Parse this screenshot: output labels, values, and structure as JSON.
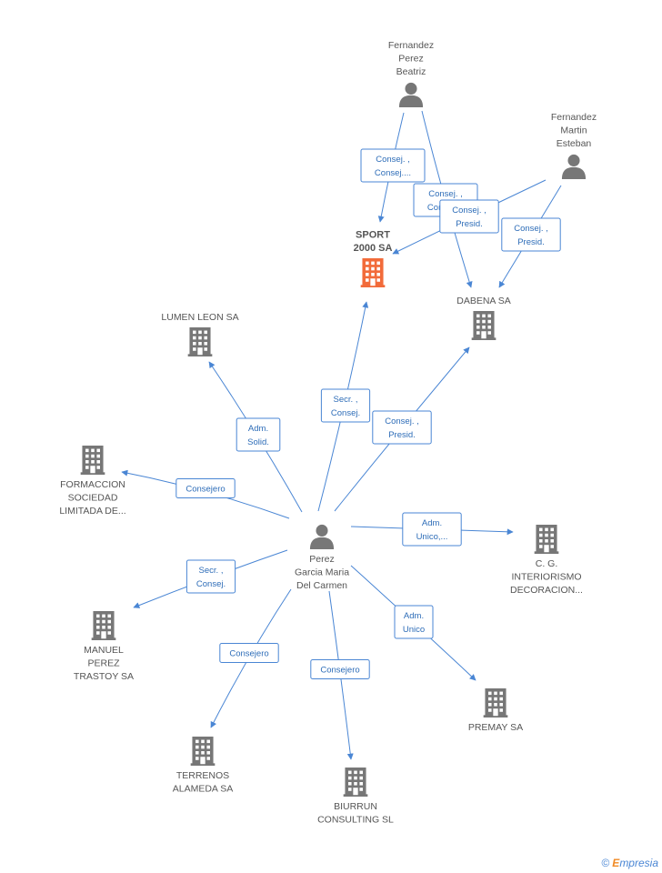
{
  "nodes": [
    {
      "id": "fpb",
      "type": "person",
      "label": [
        "Fernandez",
        "Perez",
        "Beatriz"
      ]
    },
    {
      "id": "fme",
      "type": "person",
      "label": [
        "Fernandez",
        "Martin",
        "Esteban"
      ]
    },
    {
      "id": "sport",
      "type": "company-focus",
      "label": [
        "SPORT",
        "2000 SA"
      ]
    },
    {
      "id": "dabena",
      "type": "company",
      "label": [
        "DABENA SA"
      ]
    },
    {
      "id": "lumen",
      "type": "company",
      "label": [
        "LUMEN LEON SA"
      ]
    },
    {
      "id": "formaccion",
      "type": "company",
      "label": [
        "FORMACCION",
        "SOCIEDAD",
        "LIMITADA DE..."
      ]
    },
    {
      "id": "ppgm",
      "type": "person",
      "label": [
        "Perez",
        "Garcia Maria",
        "Del Carmen"
      ]
    },
    {
      "id": "cg",
      "type": "company",
      "label": [
        "C. G.",
        "INTERIORISMO",
        "DECORACION..."
      ]
    },
    {
      "id": "manuel",
      "type": "company",
      "label": [
        "MANUEL",
        "PEREZ",
        "TRASTOY SA"
      ]
    },
    {
      "id": "premay",
      "type": "company",
      "label": [
        "PREMAY SA"
      ]
    },
    {
      "id": "terrenos",
      "type": "company",
      "label": [
        "TERRENOS",
        "ALAMEDA SA"
      ]
    },
    {
      "id": "biurrun",
      "type": "company",
      "label": [
        "BIURRUN",
        "CONSULTING SL"
      ]
    }
  ],
  "edges": [
    {
      "from": "fpb",
      "to": "sport",
      "label": [
        "Consej. ,",
        "Consej...."
      ]
    },
    {
      "from": "fpb",
      "to": "dabena",
      "label": [
        "Consej. ,",
        "Consej...."
      ]
    },
    {
      "from": "fme",
      "to": "sport",
      "label": [
        "Consej. ,",
        "Presid."
      ]
    },
    {
      "from": "fme",
      "to": "dabena",
      "label": [
        "Consej. ,",
        "Presid."
      ]
    },
    {
      "from": "ppgm",
      "to": "lumen",
      "label": [
        "Adm.",
        "Solid."
      ]
    },
    {
      "from": "ppgm",
      "to": "sport",
      "label": [
        "Secr. ,",
        "Consej."
      ]
    },
    {
      "from": "ppgm",
      "to": "dabena",
      "label": [
        "Consej. ,",
        "Presid."
      ]
    },
    {
      "from": "ppgm",
      "to": "formaccion",
      "label": [
        "Consejero"
      ]
    },
    {
      "from": "ppgm",
      "to": "cg",
      "label": [
        "Adm.",
        "Unico,..."
      ]
    },
    {
      "from": "ppgm",
      "to": "manuel",
      "label": [
        "Secr. ,",
        "Consej."
      ]
    },
    {
      "from": "ppgm",
      "to": "premay",
      "label": [
        "Adm.",
        "Unico"
      ]
    },
    {
      "from": "ppgm",
      "to": "terrenos",
      "label": [
        "Consejero"
      ]
    },
    {
      "from": "ppgm",
      "to": "biurrun",
      "label": [
        "Consejero"
      ]
    }
  ],
  "colors": {
    "edge": "#4a86d4",
    "edge_text": "#2e6db8",
    "company": "#777777",
    "company_focus": "#f26b3a",
    "person": "#777777",
    "label": "#555555"
  },
  "watermark": {
    "symbol": "©",
    "brand_first": "E",
    "brand_rest": "mpresia"
  }
}
